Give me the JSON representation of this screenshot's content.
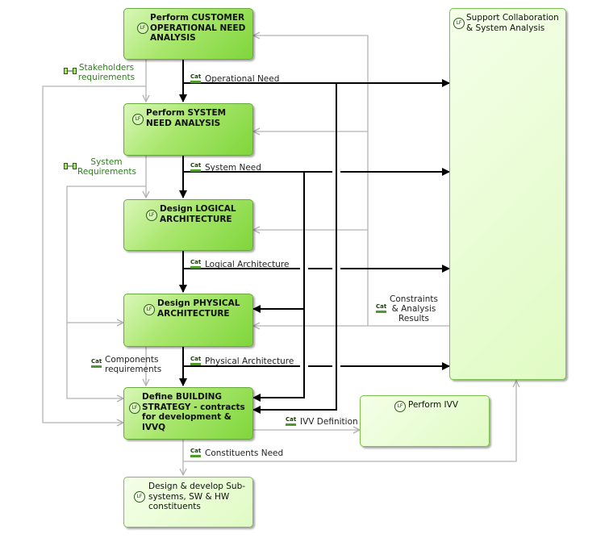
{
  "badge": "LF",
  "category_tag": "Cat",
  "activities": {
    "customer_need": "Perform CUSTOMER OPERATIONAL NEED ANALYSIS",
    "system_need": "Perform SYSTEM NEED ANALYSIS",
    "logical": "Design LOGICAL ARCHITECTURE",
    "physical": "Design PHYSICAL ARCHITECTURE",
    "building": "Define BUILDING STRATEGY - contracts for development & IVVQ",
    "support": "Support Collaboration & System Analysis",
    "ivv": "Perform IVV",
    "subsystems": "Design & develop Sub-systems, SW & HW constituents"
  },
  "requirements": {
    "stakeholders": "Stakeholders requirements",
    "system": "System Requirements"
  },
  "flows": {
    "operational_need": "Operational Need",
    "system_need": "System Need",
    "logical_architecture": "Logical Architecture",
    "constraints": "Constraints & Analysis Results",
    "components_requirements": "Components requirements",
    "physical_architecture": "Physical Architecture",
    "ivv_definition": "IVV Definition",
    "constituents_need": "Constituents Need"
  },
  "colors": {
    "activity_fill": "#7fd63c",
    "activity_border": "#6aa83c",
    "pale_fill": "#e0fbc4",
    "main_flow": "#000000",
    "secondary_flow": "#b4b4b4",
    "requirement_text": "#2e7d1e"
  }
}
